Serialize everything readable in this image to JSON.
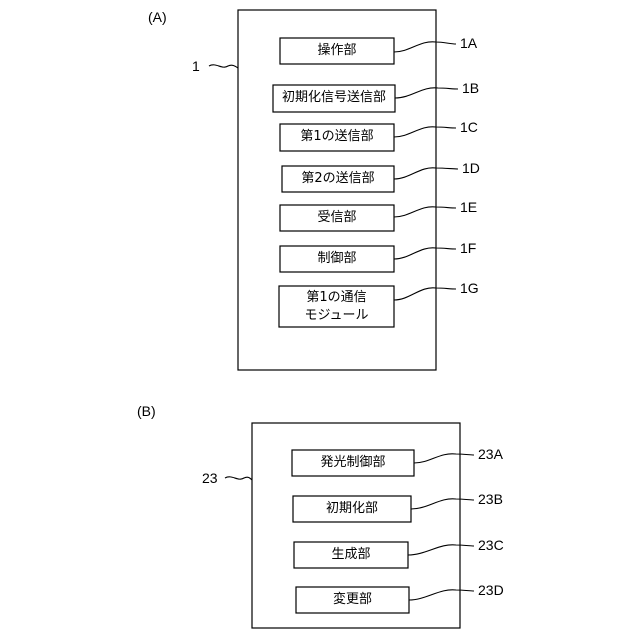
{
  "diagram_a": {
    "caption": "(A)",
    "device_ref": "1",
    "units": [
      {
        "label": "操作部",
        "ref": "1A"
      },
      {
        "label": "初期化信号送信部",
        "ref": "1B"
      },
      {
        "label": "第1の送信部",
        "ref": "1C"
      },
      {
        "label": "第2の送信部",
        "ref": "1D"
      },
      {
        "label": "受信部",
        "ref": "1E"
      },
      {
        "label": "制御部",
        "ref": "1F"
      },
      {
        "label_line1": "第1の通信",
        "label_line2": "モジュール",
        "ref": "1G"
      }
    ]
  },
  "diagram_b": {
    "caption": "(B)",
    "device_ref": "23",
    "units": [
      {
        "label": "発光制御部",
        "ref": "23A"
      },
      {
        "label": "初期化部",
        "ref": "23B"
      },
      {
        "label": "生成部",
        "ref": "23C"
      },
      {
        "label": "変更部",
        "ref": "23D"
      }
    ]
  }
}
